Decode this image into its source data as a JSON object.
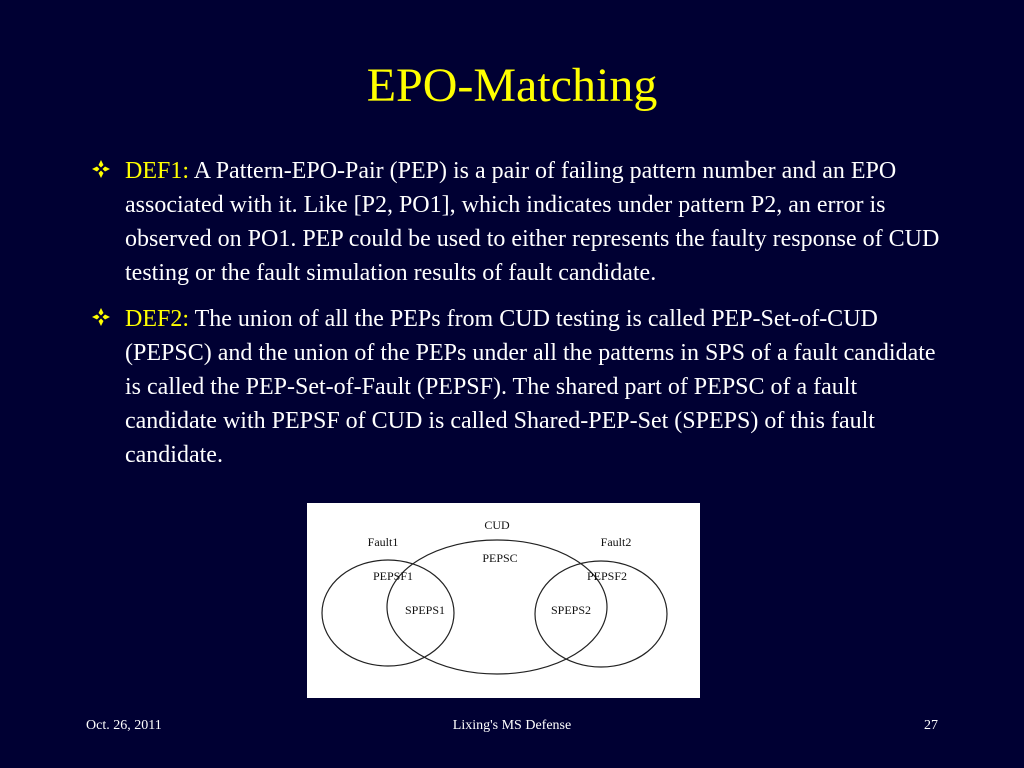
{
  "title": "EPO-Matching",
  "bullets": [
    {
      "label": "DEF1:",
      "text": "A Pattern-EPO-Pair (PEP) is a pair of failing pattern number and an EPO associated with it. Like [P2, PO1], which indicates under pattern P2, an error is observed on PO1. PEP could be used to either represents the faulty response of CUD testing or the fault simulation results of fault candidate."
    },
    {
      "label": "DEF2:",
      "text": "The union of all the PEPs from CUD testing is called PEP-Set-of-CUD (PEPSC) and the union of the PEPs under all the patterns in SPS of a fault candidate is called the PEP-Set-of-Fault (PEPSF). The shared part of PEPSC of a fault candidate with PEPSF of CUD is called Shared-PEP-Set (SPEPS) of this fault candidate."
    }
  ],
  "diagram": {
    "cud": "CUD",
    "pepsc": "PEPSC",
    "fault1": "Fault1",
    "fault2": "Fault2",
    "pepsf1": "PEPSF1",
    "pepsf2": "PEPSF2",
    "speps1": "SPEPS1",
    "speps2": "SPEPS2"
  },
  "footer": {
    "date": "Oct. 26, 2011",
    "center": "Lixing's MS Defense",
    "page": "27"
  },
  "colors": {
    "background": "#000033",
    "title": "#ffff00",
    "label": "#ffff00",
    "text": "#ffffff"
  }
}
